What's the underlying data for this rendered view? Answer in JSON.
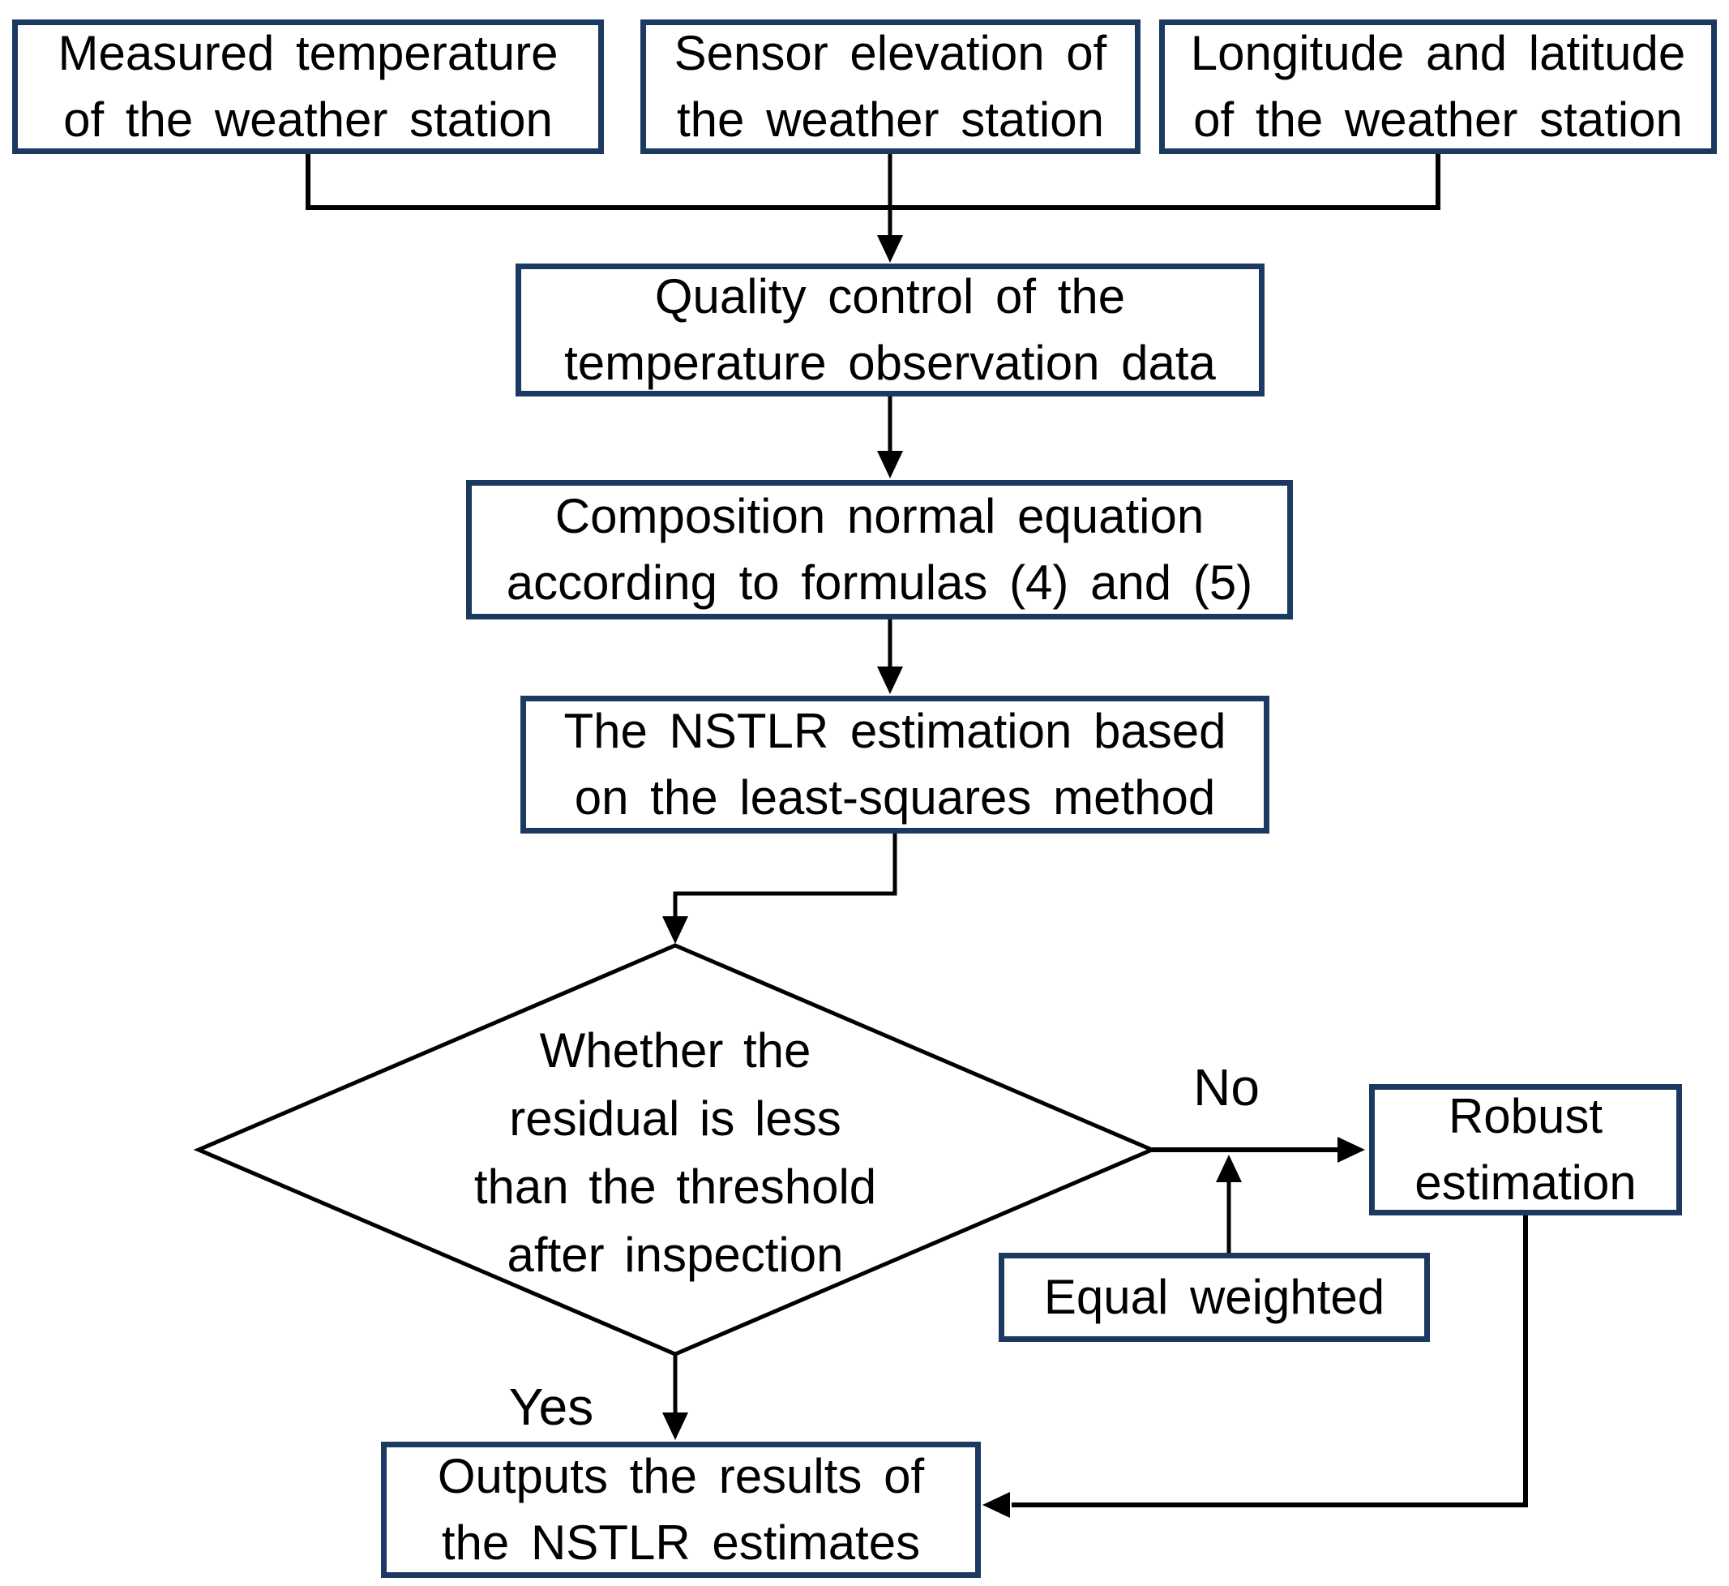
{
  "diagram": {
    "nodes": {
      "measured_temp": {
        "lines": [
          "Measured temperature",
          "of the weather station"
        ]
      },
      "sensor_elev": {
        "lines": [
          "Sensor elevation of",
          "the weather station"
        ]
      },
      "lon_lat": {
        "lines": [
          "Longitude and latitude",
          "of the weather station"
        ]
      },
      "quality_control": {
        "lines": [
          "Quality control of the",
          "temperature observation data"
        ]
      },
      "composition": {
        "lines": [
          "Composition normal equation",
          "according to formulas (4) and (5)"
        ]
      },
      "nstlr": {
        "lines": [
          "The NSTLR estimation based",
          "on the least-squares method"
        ]
      },
      "residual_decision": {
        "lines": [
          "Whether the",
          "residual is less",
          "than the threshold",
          "after inspection"
        ]
      },
      "robust": {
        "lines": [
          "Robust",
          "estimation"
        ]
      },
      "equal_weighted": {
        "lines": [
          "Equal weighted"
        ]
      },
      "output": {
        "lines": [
          "Outputs the results of",
          "the NSTLR estimates"
        ]
      }
    },
    "edge_labels": {
      "yes": "Yes",
      "no": "No"
    },
    "colors": {
      "box_border": "#1c3a61",
      "connector": "#000000",
      "text": "#000000",
      "background": "#ffffff"
    }
  }
}
